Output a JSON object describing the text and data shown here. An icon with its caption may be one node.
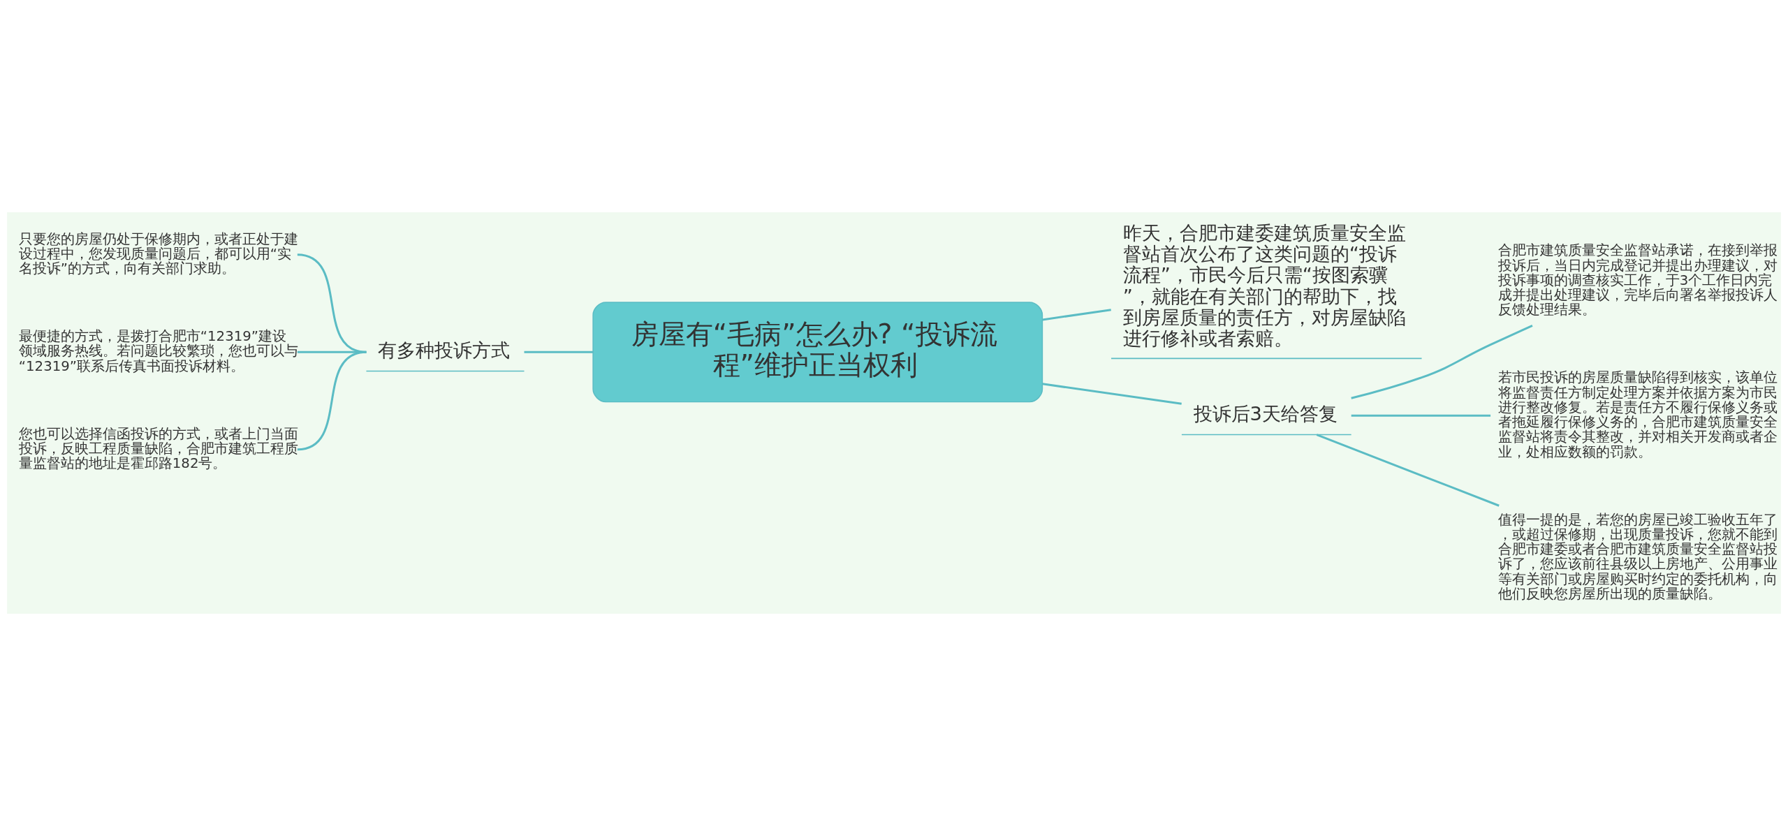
{
  "diagram": {
    "nodes": [
      {
        "text": [
          "房屋有“毛病”怎么办? “投诉流程”维护正当权利"
        ]
      },
      {
        "text": [
          "有多种投诉方式"
        ]
      },
      {
        "text": [
          "只要您的房屋仍处于保修期内，或者正处于建设过程中，您发现质量问题后，都可以用“实名投诉”的方式，向有关部门求助。"
        ]
      },
      {
        "text": [
          "最便捷的方式，是拨打合肥市“12319”建设领域服务热线。若问题比较繁琐，您也可以与“12319”联系后传真书面投诉材料。"
        ]
      },
      {
        "text": [
          "您也可以选择信函投诉的方式，或者上门当面投诉，反映工程质量缺陷，合肥市建筑工程质量监督站的地址是霍邱路182号。"
        ]
      },
      {
        "text": [
          "昨天，合肥市建委建筑质量安全监督站首次公布了这类问题的“投诉流程”，市民今后只需“按图索骥”，就能在有关部门的帮助下，找到房屋质量的责任方，对房屋缺陷进行修补或者索赔。"
        ]
      },
      {
        "text": [
          "投诉后3天给答复"
        ]
      },
      {
        "text": [
          "合肥市建筑质量安全监督站承诺，在接到举报投诉后，当日内完成登记并提出办理建议，对投诉事项的调查核实工作，于3个工作日内完成并提出处理建议，完毕后向署名举报投诉人反馈处理结果。"
        ]
      },
      {
        "text": [
          "若市民投诉的房屋质量缺陷得到核实，该单位将监督责任方制定处理方案并依据方案为市民进行整改修复。若是责任方不履行保修义务或者拖延履行保修义务的，合肥市建筑质量安全监督站将责令其整改，并对相关开发商或者企业，处相应数额的罚款。"
        ]
      },
      {
        "text": [
          "值得一提的是，若您的房屋已竣工验收五年了，或超过保修期，出现质量投诉，您就不能到合肥市建委或者合肥市建筑质量安全监督站投诉了，您应该前往县级以上房地产、公用事业等有关部门或房屋购买时约定的委托机构，向他们反映您房屋所出现的质量缺陷。"
        ]
      }
    ],
    "edges": [
      {
        "from": 0,
        "to": 1,
        "arrow": "none"
      },
      {
        "from": 1,
        "to": 2,
        "arrow": "none"
      },
      {
        "from": 1,
        "to": 3,
        "arrow": "none"
      },
      {
        "from": 1,
        "to": 4,
        "arrow": "none"
      },
      {
        "from": 0,
        "to": 5,
        "arrow": "none"
      },
      {
        "from": 0,
        "to": 6,
        "arrow": "none"
      },
      {
        "from": 6,
        "to": 7,
        "arrow": "none"
      },
      {
        "from": 6,
        "to": 8,
        "arrow": "none"
      },
      {
        "from": 6,
        "to": 9,
        "arrow": "none"
      }
    ]
  }
}
